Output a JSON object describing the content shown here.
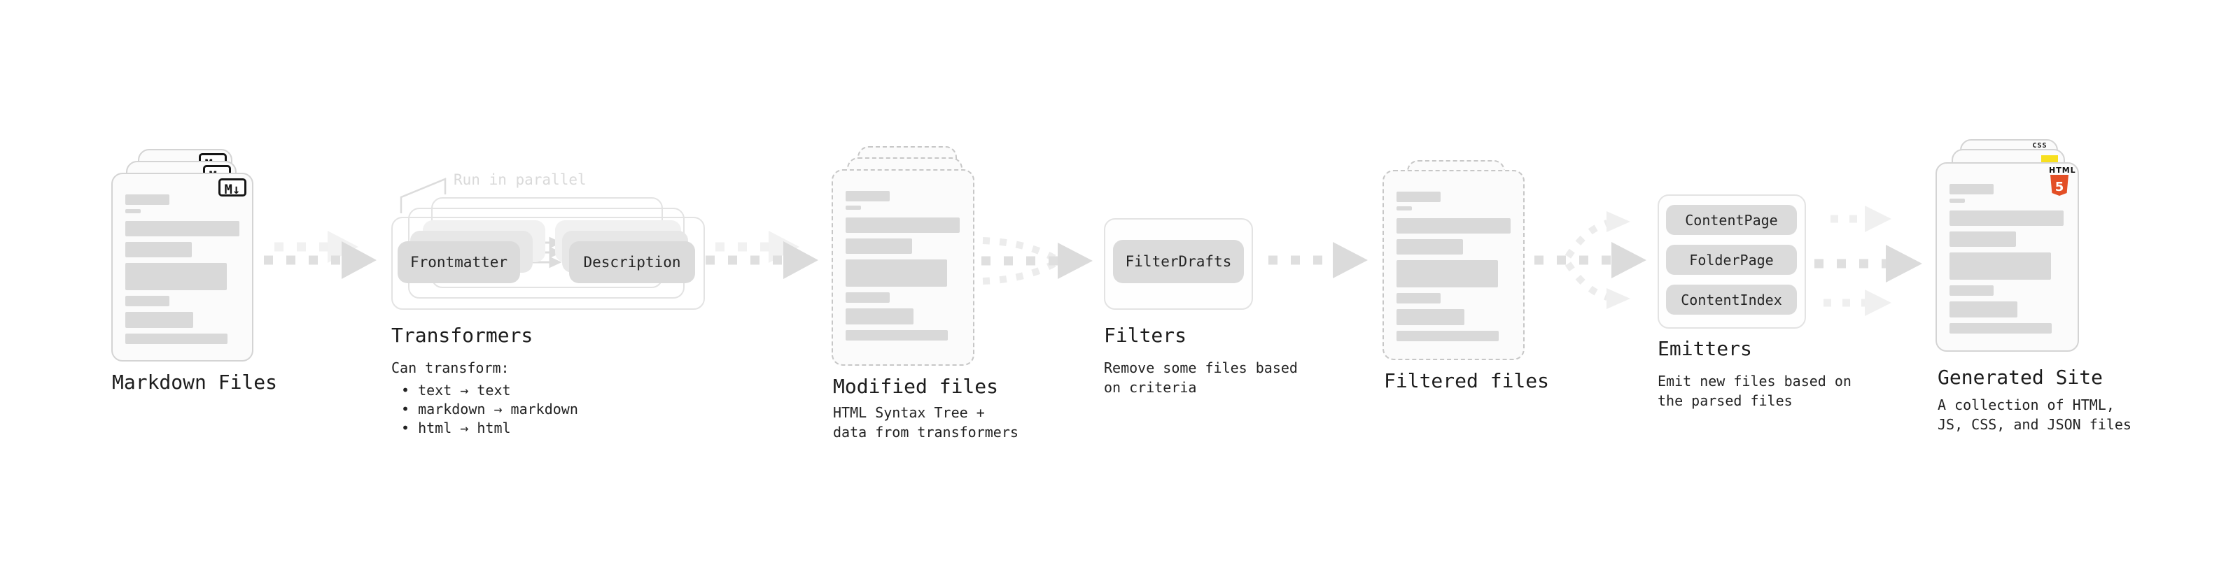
{
  "diagram_title_hint": "static site generation pipeline",
  "icons": {
    "markdown": "M↓",
    "css_text": "CSS",
    "html5_text": "HTML",
    "html5_number": "5"
  },
  "colors": {
    "html5_orange": "#e34f26",
    "js_yellow": "#f7df1e",
    "css_blue": "#2c63f1",
    "bar_gray": "#d9d9d9",
    "pill_gray": "#dbdbdb",
    "arrow_gray": "#dedede",
    "text_black": "#1c1c1c"
  },
  "stages": {
    "markdown": {
      "label": "Markdown Files"
    },
    "transformers": {
      "label": "Transformers",
      "note": "Run in parallel",
      "pills": {
        "from": "Frontmatter",
        "to": "Description"
      },
      "details": [
        "Can transform:",
        "• text → text",
        "• markdown → markdown",
        "• html → html"
      ]
    },
    "modified": {
      "label": "Modified files",
      "sub": [
        "HTML Syntax Tree +",
        "data from transformers"
      ]
    },
    "filters": {
      "label": "Filters",
      "pill": "FilterDrafts",
      "sub": [
        "Remove some files based",
        "on criteria"
      ]
    },
    "filtered": {
      "label": "Filtered files"
    },
    "emitters": {
      "label": "Emitters",
      "pills": [
        "ContentPage",
        "FolderPage",
        "ContentIndex"
      ],
      "sub": [
        "Emit new files based on",
        "the parsed files"
      ]
    },
    "generated": {
      "label": "Generated Site",
      "sub": [
        "A collection of HTML,",
        "JS, CSS, and JSON files"
      ]
    }
  }
}
